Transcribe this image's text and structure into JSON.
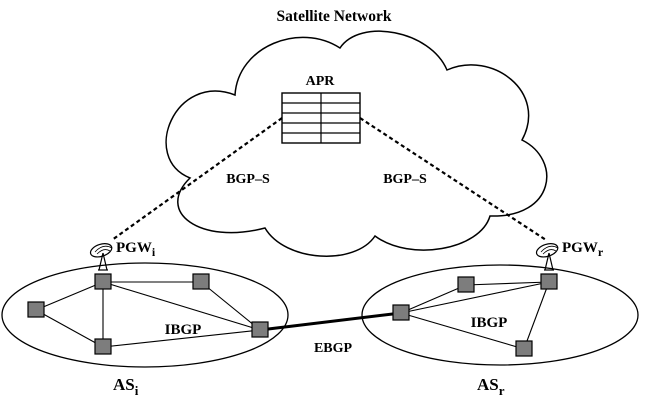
{
  "title": "Satellite Network",
  "apr_label": "APR",
  "bgp_s_left": "BGP–S",
  "bgp_s_right": "BGP–S",
  "pgw_left": {
    "base": "PGW",
    "sub": "i"
  },
  "pgw_right": {
    "base": "PGW",
    "sub": "r"
  },
  "ibgp_left": "IBGP",
  "ibgp_right": "IBGP",
  "ebgp": "EBGP",
  "as_left": {
    "base": "AS",
    "sub": "i"
  },
  "as_right": {
    "base": "AS",
    "sub": "r"
  },
  "icons": [
    "satellite-cloud",
    "apr-table",
    "satellite-dish-icon",
    "router-node"
  ]
}
